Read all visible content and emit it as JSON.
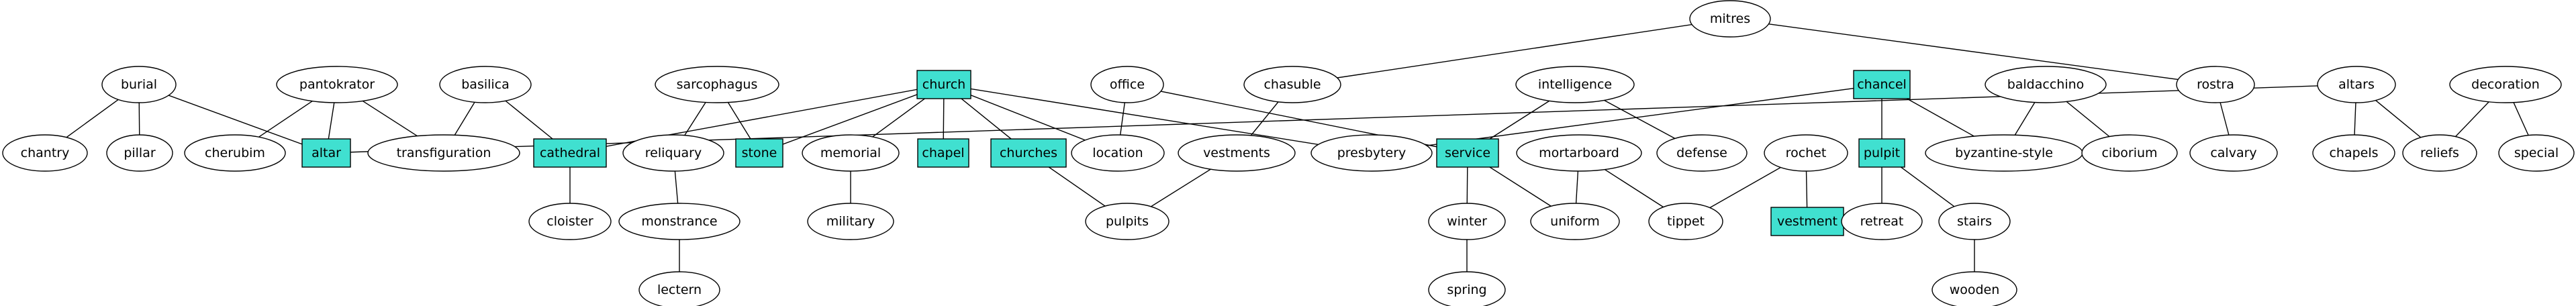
{
  "graph": {
    "colors": {
      "plain_fill": "#ffffff",
      "highlight_fill": "#40e0d0",
      "stroke": "#000000",
      "background": "#ffffff"
    },
    "nodes": [
      {
        "id": "mitres",
        "label": "mitres",
        "shape": "ellipse"
      },
      {
        "id": "burial",
        "label": "burial",
        "shape": "ellipse"
      },
      {
        "id": "pantokrator",
        "label": "pantokrator",
        "shape": "ellipse"
      },
      {
        "id": "basilica",
        "label": "basilica",
        "shape": "ellipse"
      },
      {
        "id": "sarcophagus",
        "label": "sarcophagus",
        "shape": "ellipse"
      },
      {
        "id": "church",
        "label": "church",
        "shape": "box"
      },
      {
        "id": "office",
        "label": "office",
        "shape": "ellipse"
      },
      {
        "id": "chasuble",
        "label": "chasuble",
        "shape": "ellipse"
      },
      {
        "id": "intelligence",
        "label": "intelligence",
        "shape": "ellipse"
      },
      {
        "id": "chancel",
        "label": "chancel",
        "shape": "box"
      },
      {
        "id": "baldacchino",
        "label": "baldacchino",
        "shape": "ellipse"
      },
      {
        "id": "rostra",
        "label": "rostra",
        "shape": "ellipse"
      },
      {
        "id": "altars",
        "label": "altars",
        "shape": "ellipse"
      },
      {
        "id": "decoration",
        "label": "decoration",
        "shape": "ellipse"
      },
      {
        "id": "chantry",
        "label": "chantry",
        "shape": "ellipse"
      },
      {
        "id": "pillar",
        "label": "pillar",
        "shape": "ellipse"
      },
      {
        "id": "cherubim",
        "label": "cherubim",
        "shape": "ellipse"
      },
      {
        "id": "altar",
        "label": "altar",
        "shape": "box"
      },
      {
        "id": "transfiguration",
        "label": "transfiguration",
        "shape": "ellipse"
      },
      {
        "id": "cathedral",
        "label": "cathedral",
        "shape": "box"
      },
      {
        "id": "reliquary",
        "label": "reliquary",
        "shape": "ellipse"
      },
      {
        "id": "stone",
        "label": "stone",
        "shape": "box"
      },
      {
        "id": "memorial",
        "label": "memorial",
        "shape": "ellipse"
      },
      {
        "id": "chapel",
        "label": "chapel",
        "shape": "box"
      },
      {
        "id": "churches",
        "label": "churches",
        "shape": "box"
      },
      {
        "id": "location",
        "label": "location",
        "shape": "ellipse"
      },
      {
        "id": "vestments",
        "label": "vestments",
        "shape": "ellipse"
      },
      {
        "id": "presbytery",
        "label": "presbytery",
        "shape": "ellipse"
      },
      {
        "id": "service",
        "label": "service",
        "shape": "box"
      },
      {
        "id": "mortarboard",
        "label": "mortarboard",
        "shape": "ellipse"
      },
      {
        "id": "defense",
        "label": "defense",
        "shape": "ellipse"
      },
      {
        "id": "rochet",
        "label": "rochet",
        "shape": "ellipse"
      },
      {
        "id": "pulpit",
        "label": "pulpit",
        "shape": "box"
      },
      {
        "id": "byzantine-style",
        "label": "byzantine-style",
        "shape": "ellipse"
      },
      {
        "id": "ciborium",
        "label": "ciborium",
        "shape": "ellipse"
      },
      {
        "id": "calvary",
        "label": "calvary",
        "shape": "ellipse"
      },
      {
        "id": "chapels",
        "label": "chapels",
        "shape": "ellipse"
      },
      {
        "id": "reliefs",
        "label": "reliefs",
        "shape": "ellipse"
      },
      {
        "id": "special",
        "label": "special",
        "shape": "ellipse"
      },
      {
        "id": "cloister",
        "label": "cloister",
        "shape": "ellipse"
      },
      {
        "id": "monstrance",
        "label": "monstrance",
        "shape": "ellipse"
      },
      {
        "id": "military",
        "label": "military",
        "shape": "ellipse"
      },
      {
        "id": "pulpits",
        "label": "pulpits",
        "shape": "ellipse"
      },
      {
        "id": "winter",
        "label": "winter",
        "shape": "ellipse"
      },
      {
        "id": "uniform",
        "label": "uniform",
        "shape": "ellipse"
      },
      {
        "id": "tippet",
        "label": "tippet",
        "shape": "ellipse"
      },
      {
        "id": "vestment",
        "label": "vestment",
        "shape": "box"
      },
      {
        "id": "retreat",
        "label": "retreat",
        "shape": "ellipse"
      },
      {
        "id": "stairs",
        "label": "stairs",
        "shape": "ellipse"
      },
      {
        "id": "lectern",
        "label": "lectern",
        "shape": "ellipse"
      },
      {
        "id": "spring",
        "label": "spring",
        "shape": "ellipse"
      },
      {
        "id": "wooden",
        "label": "wooden",
        "shape": "ellipse"
      }
    ],
    "edges": [
      [
        "mitres",
        "chasuble"
      ],
      [
        "mitres",
        "rostra"
      ],
      [
        "burial",
        "chantry"
      ],
      [
        "burial",
        "pillar"
      ],
      [
        "burial",
        "altar"
      ],
      [
        "pantokrator",
        "cherubim"
      ],
      [
        "pantokrator",
        "altar"
      ],
      [
        "pantokrator",
        "transfiguration"
      ],
      [
        "basilica",
        "transfiguration"
      ],
      [
        "basilica",
        "cathedral"
      ],
      [
        "sarcophagus",
        "reliquary"
      ],
      [
        "sarcophagus",
        "stone"
      ],
      [
        "church",
        "cathedral"
      ],
      [
        "church",
        "stone"
      ],
      [
        "church",
        "memorial"
      ],
      [
        "church",
        "chapel"
      ],
      [
        "church",
        "churches"
      ],
      [
        "church",
        "location"
      ],
      [
        "church",
        "presbytery"
      ],
      [
        "office",
        "location"
      ],
      [
        "office",
        "service"
      ],
      [
        "chasuble",
        "vestments"
      ],
      [
        "intelligence",
        "service"
      ],
      [
        "intelligence",
        "defense"
      ],
      [
        "chancel",
        "presbytery"
      ],
      [
        "chancel",
        "pulpit"
      ],
      [
        "chancel",
        "byzantine-style"
      ],
      [
        "baldacchino",
        "byzantine-style"
      ],
      [
        "baldacchino",
        "ciborium"
      ],
      [
        "rostra",
        "calvary"
      ],
      [
        "altars",
        "altar"
      ],
      [
        "altars",
        "chapels"
      ],
      [
        "altars",
        "reliefs"
      ],
      [
        "decoration",
        "reliefs"
      ],
      [
        "decoration",
        "special"
      ],
      [
        "cathedral",
        "cloister"
      ],
      [
        "reliquary",
        "monstrance"
      ],
      [
        "memorial",
        "military"
      ],
      [
        "churches",
        "pulpits"
      ],
      [
        "vestments",
        "pulpits"
      ],
      [
        "service",
        "winter"
      ],
      [
        "service",
        "uniform"
      ],
      [
        "mortarboard",
        "uniform"
      ],
      [
        "mortarboard",
        "tippet"
      ],
      [
        "rochet",
        "tippet"
      ],
      [
        "rochet",
        "vestment"
      ],
      [
        "pulpit",
        "retreat"
      ],
      [
        "pulpit",
        "stairs"
      ],
      [
        "monstrance",
        "lectern"
      ],
      [
        "winter",
        "spring"
      ],
      [
        "stairs",
        "wooden"
      ]
    ]
  }
}
